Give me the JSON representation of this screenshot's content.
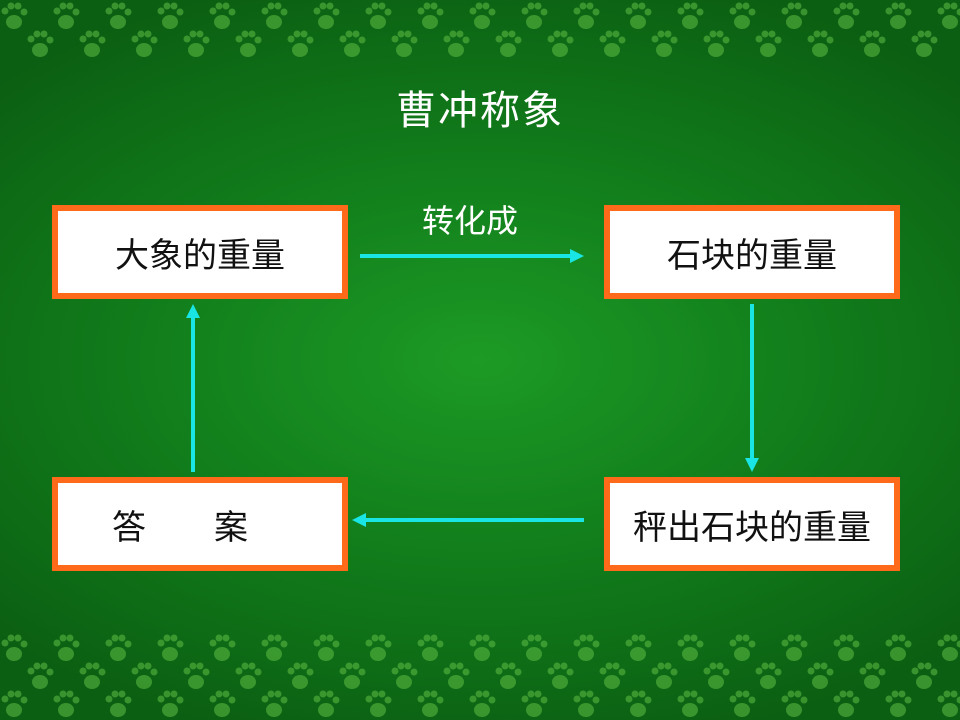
{
  "slide": {
    "title": "曹冲称象"
  },
  "nodes": {
    "elephant_weight": "大象的重量",
    "stone_weight": "石块的重量",
    "weigh_stones": "秤出石块的重量",
    "answer": "答　　案"
  },
  "edges": {
    "convert_label": "转化成"
  },
  "colors": {
    "background": "#12801c",
    "box_border": "#ff6a1a",
    "arrow": "#19e5e5",
    "paw_pattern": "#4caf3a"
  },
  "icons": {
    "pattern": "paw-print-icon"
  }
}
